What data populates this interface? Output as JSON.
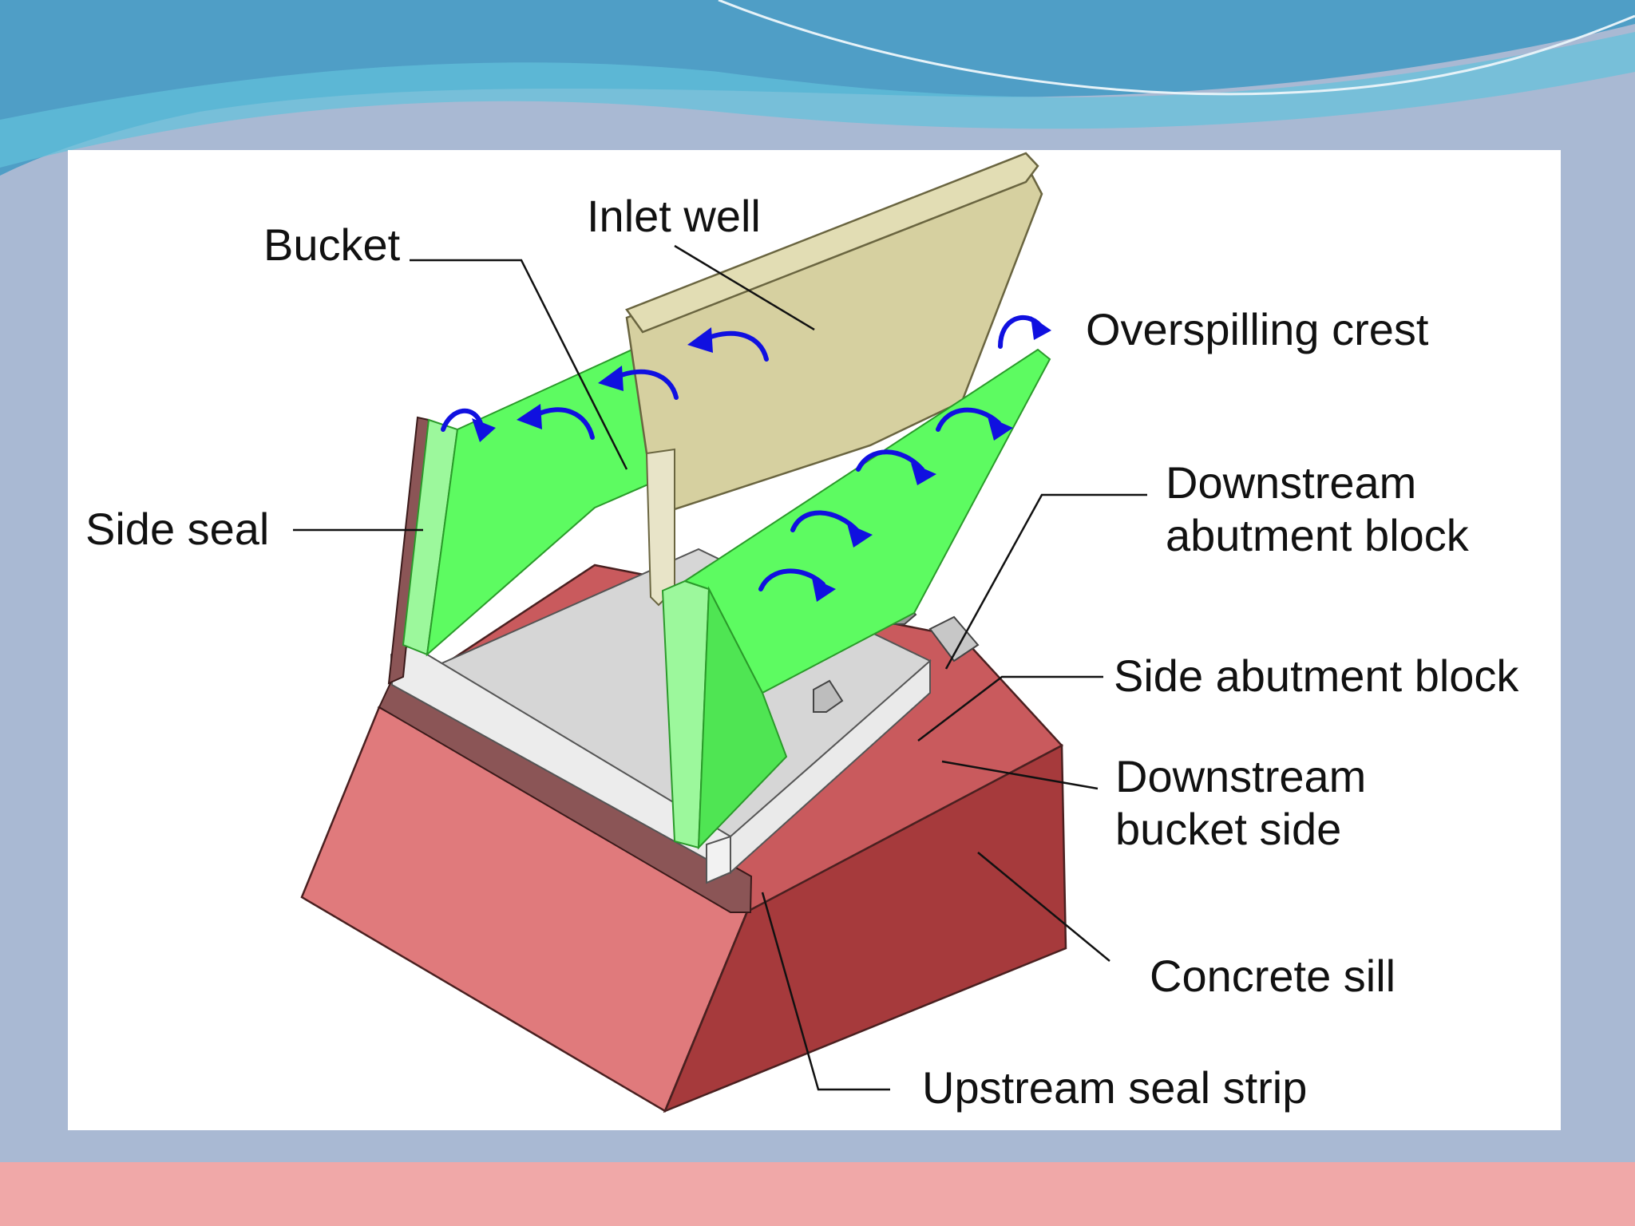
{
  "labels": {
    "bucket": "Bucket",
    "inlet_well": "Inlet well",
    "overspilling_crest": "Overspilling crest",
    "side_seal": "Side seal",
    "downstream_abutment_block": [
      "Downstream",
      "abutment block"
    ],
    "side_abutment_block": "Side abutment block",
    "downstream_bucket_side": [
      "Downstream",
      "bucket side"
    ],
    "concrete_sill": "Concrete sill",
    "upstream_seal_strip": "Upstream seal strip"
  },
  "colors": {
    "slide_background": "#a9b9d3",
    "wave_top": "#5aa6c8",
    "bottom_band": "#f0a8a8",
    "bucket_green": "#5dfb61",
    "bucket_green_light": "#9cf89c",
    "inlet_well": "#d6d0a0",
    "sill_light": "#e07a7c",
    "sill_dark": "#a63a3c",
    "seal": "#8b5556",
    "flow_arrows": "#1010e0"
  }
}
